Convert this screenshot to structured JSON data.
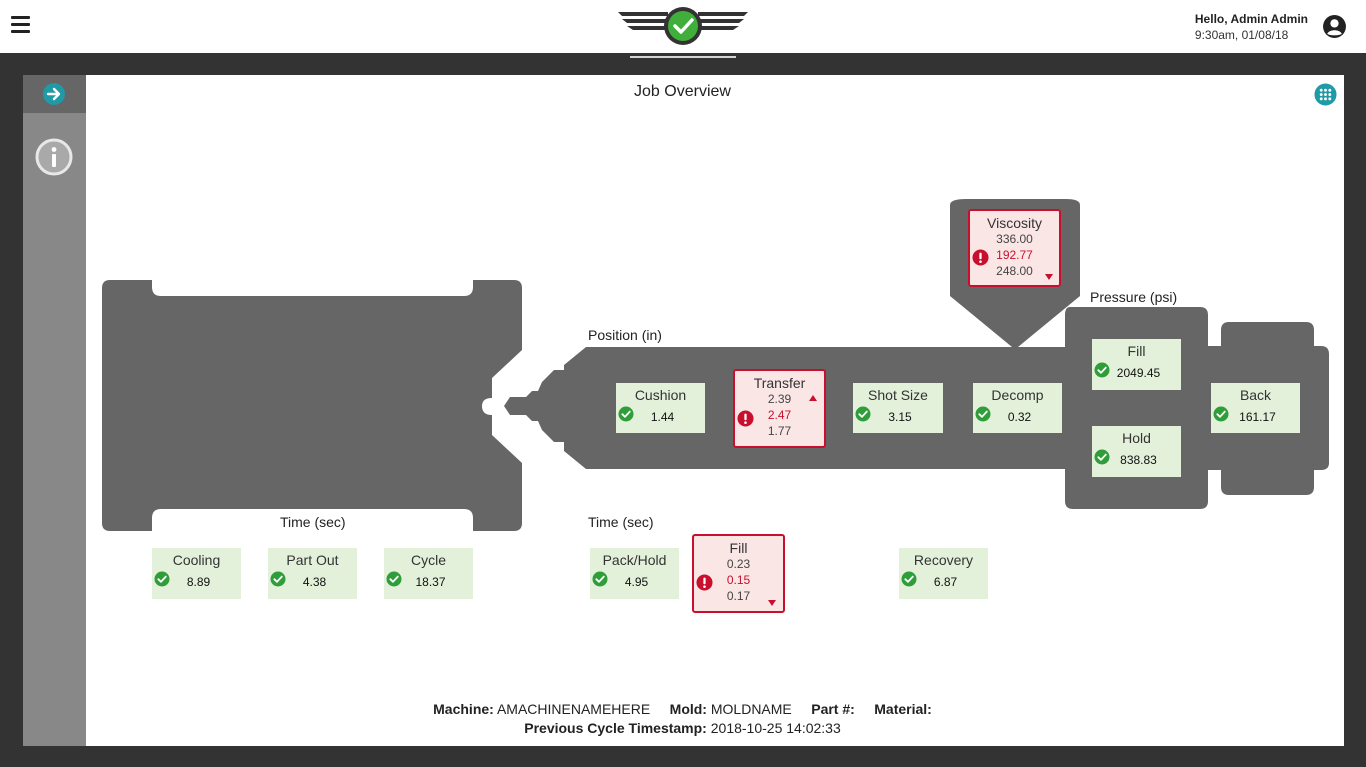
{
  "header": {
    "greeting": "Hello, Admin Admin",
    "datetime": "9:30am, 01/08/18"
  },
  "page": {
    "title": "Job Overview"
  },
  "sections": {
    "position_label": "Position (in)",
    "pressure_label": "Pressure (psi)",
    "clamp_time_label": "Time (sec)",
    "injection_time_label": "Time (sec)"
  },
  "position": {
    "cushion": {
      "label": "Cushion",
      "value": "1.44"
    },
    "transfer": {
      "label": "Transfer",
      "high": "2.39",
      "current": "2.47",
      "low": "1.77"
    },
    "shot_size": {
      "label": "Shot Size",
      "value": "3.15"
    },
    "decomp": {
      "label": "Decomp",
      "value": "0.32"
    }
  },
  "viscosity": {
    "label": "Viscosity",
    "high": "336.00",
    "current": "192.77",
    "low": "248.00"
  },
  "pressure": {
    "fill": {
      "label": "Fill",
      "value": "2049.45"
    },
    "hold": {
      "label": "Hold",
      "value": "838.83"
    },
    "back": {
      "label": "Back",
      "value": "161.17"
    }
  },
  "clamp_time": {
    "cooling": {
      "label": "Cooling",
      "value": "8.89"
    },
    "part_out": {
      "label": "Part Out",
      "value": "4.38"
    },
    "cycle": {
      "label": "Cycle",
      "value": "18.37"
    }
  },
  "injection_time": {
    "pack_hold": {
      "label": "Pack/Hold",
      "value": "4.95"
    },
    "fill": {
      "label": "Fill",
      "high": "0.23",
      "current": "0.15",
      "low": "0.17"
    },
    "recovery": {
      "label": "Recovery",
      "value": "6.87"
    }
  },
  "footer": {
    "machine_label": "Machine:",
    "machine_value": "AMACHINENAMEHERE",
    "mold_label": "Mold:",
    "mold_value": "MOLDNAME",
    "part_label": "Part #:",
    "part_value": "",
    "material_label": "Material:",
    "material_value": "",
    "timestamp_label": "Previous Cycle Timestamp:",
    "timestamp_value": "2018-10-25 14:02:33"
  },
  "colors": {
    "ok_green": "#2f9e3a",
    "alarm_red": "#c8102e",
    "machine_gray": "#666666",
    "accent_teal": "#1f9aa6",
    "tile_green_bg": "#e3f1da",
    "tile_red_bg": "#fbe6e6"
  },
  "icons": {
    "menu": "hamburger-icon",
    "logo": "winged-check-logo",
    "user": "account-circle-icon",
    "expand": "arrow-right-icon",
    "info": "info-icon",
    "apps": "grid-dots-icon",
    "ok": "check-circle-icon",
    "alarm": "exclamation-circle-icon",
    "trend_up": "triangle-up-icon",
    "trend_down": "triangle-down-icon"
  }
}
